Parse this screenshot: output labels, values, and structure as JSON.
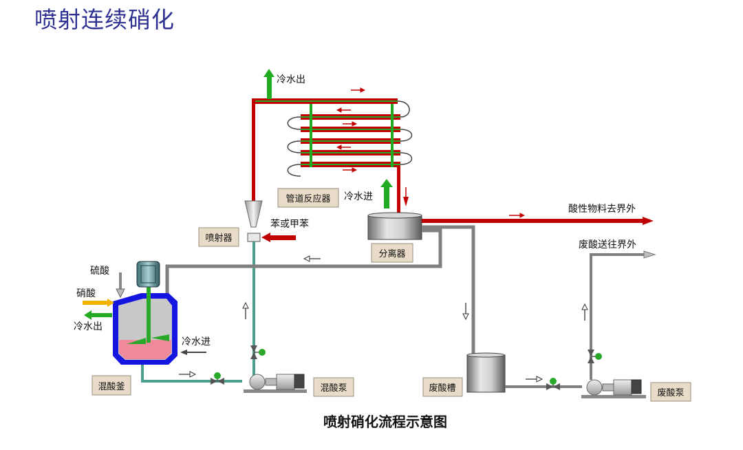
{
  "title": "喷射连续硝化",
  "caption": "喷射硝化流程示意图",
  "labels": {
    "pipe_reactor": "管道反应器",
    "sprayer": "喷射器",
    "separator": "分离器",
    "mixing_kettle": "混酸釜",
    "mixing_pump": "混酸泵",
    "waste_tank": "废酸槽",
    "waste_pump": "废酸泵"
  },
  "annotations": {
    "cold_water_out_top": "冷水出",
    "cold_water_in_reactor": "冷水进",
    "benzene_feed": "苯或甲苯",
    "acid_material_out": "酸性物料去界外",
    "waste_acid_out": "废酸送往界外",
    "sulfuric_acid": "硫酸",
    "nitric_acid": "硝酸",
    "cold_water_out_kettle": "冷水出",
    "cold_water_in_kettle": "冷水进"
  },
  "colors": {
    "title": "#2e3192",
    "hot_pipe": "#c00000",
    "cold_water": "#22aa22",
    "process_pipe": "#7f7f7f",
    "kettle_jacket": "#1515e0",
    "kettle_liquid": "#f08a9a",
    "label_box": "#e8dcc8",
    "nitric_arrow": "#f0b400"
  },
  "icons": [
    "motor-icon",
    "valve-icon",
    "pump-icon",
    "flow-arrow-icon"
  ]
}
